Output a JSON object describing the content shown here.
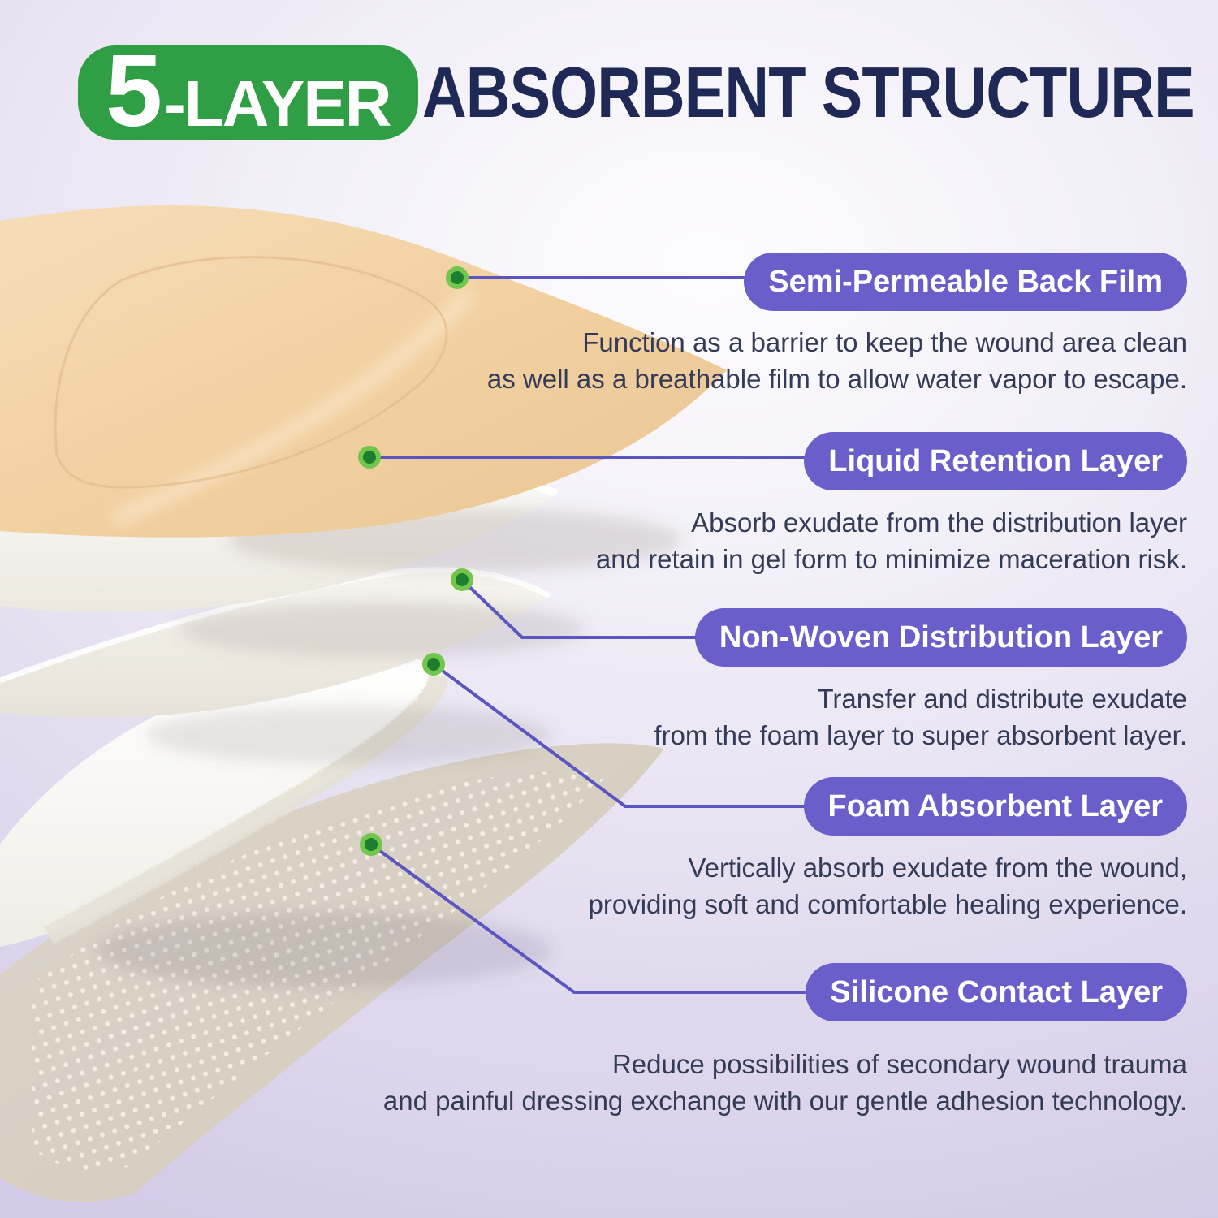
{
  "header": {
    "badge_number": "5",
    "badge_suffix": "-LAYER",
    "title": "ABSORBENT STRUCTURE"
  },
  "layers": [
    {
      "label": "Semi-Permeable Back Film",
      "desc_line1": "Function as a barrier to keep the wound area clean",
      "desc_line2": "as well as a breathable film to allow water vapor to escape."
    },
    {
      "label": "Liquid Retention Layer",
      "desc_line1": "Absorb exudate from the distribution layer",
      "desc_line2": "and retain in gel form to minimize maceration risk."
    },
    {
      "label": "Non-Woven Distribution Layer",
      "desc_line1": "Transfer and distribute exudate",
      "desc_line2": "from the foam layer to super absorbent layer."
    },
    {
      "label": "Foam Absorbent Layer",
      "desc_line1": "Vertically absorb exudate from the wound,",
      "desc_line2": "providing soft and comfortable healing experience."
    },
    {
      "label": "Silicone Contact Layer",
      "desc_line1": "Reduce possibilities of secondary wound trauma",
      "desc_line2": "and painful dressing exchange with our gentle adhesion technology."
    }
  ],
  "colors": {
    "badge_green": "#2f9e45",
    "pill_purple": "#6a5ecb",
    "title_navy": "#1e2a55",
    "body_text": "#343b57",
    "leader_line": "#5a55c0",
    "marker_ring_green": "#72c64e",
    "marker_core_green": "#1c7f2e",
    "film_tan": "#f1cf9f"
  }
}
